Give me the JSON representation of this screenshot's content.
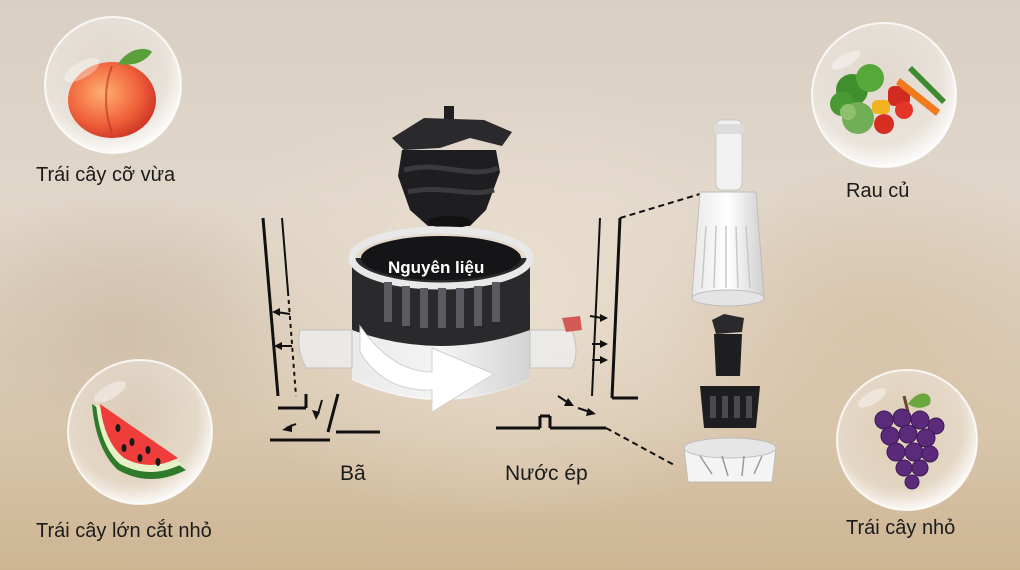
{
  "labels": {
    "medium_fruit": "Trái cây cỡ vừa",
    "vegetables": "Rau củ",
    "large_fruit_cut": "Trái cây lớn cắt nhỏ",
    "small_fruit": "Trái cây nhỏ",
    "ingredients": "Nguyên liệu",
    "pulp": "Bã",
    "juice": "Nước ép"
  },
  "colors": {
    "parts_black": "#1e1e20",
    "flow_lines": "#111111",
    "arrow_fill": "#ffffff",
    "label_text": "#1b1b1b"
  },
  "icons": {
    "medium_fruit_bubble": "peach-icon",
    "vegetables_bubble": "vegetables-icon",
    "large_fruit_bubble": "watermelon-slice-icon",
    "small_fruit_bubble": "grapes-icon",
    "flow_arrow": "arrow-right-icon"
  }
}
